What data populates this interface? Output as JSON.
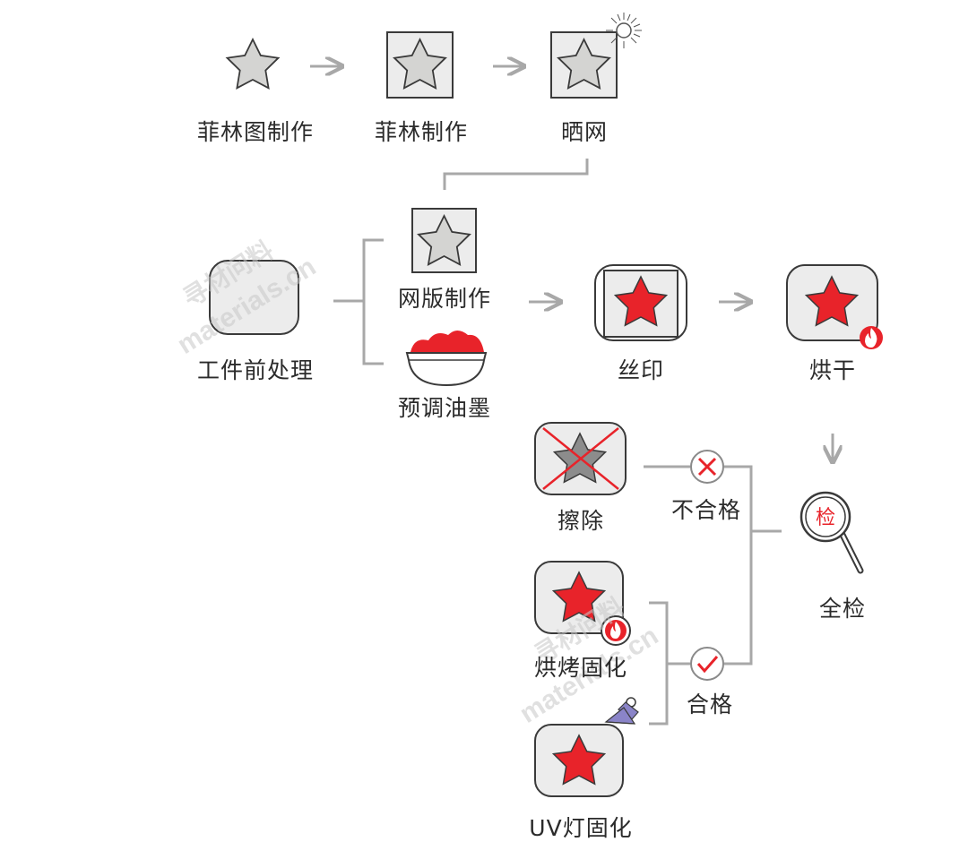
{
  "steps": {
    "design_film_drawing": "菲林图制作",
    "make_film": "菲林制作",
    "expose_screen": "晒网",
    "pretreat_workpiece": "工件前处理",
    "make_screen_plate": "网版制作",
    "premix_ink": "预调油墨",
    "screen_print": "丝印",
    "dry": "烘干",
    "inspect_all": "全检",
    "inspect_badge": "检",
    "wipe_off": "擦除",
    "fail": "不合格",
    "pass": "合格",
    "bake_cure": "烘烤固化",
    "uv_cure": "UV灯固化"
  },
  "watermarks": {
    "upper": "寻材问料",
    "upper_domain": "materials.cn",
    "lower": "寻材问料",
    "lower_domain": "materials.cn"
  },
  "colors": {
    "accent_red": "#e8232a",
    "star_gray": "#d4d4d2",
    "outline": "#3a3a3a",
    "connector": "#a8a8a8",
    "box_fill": "#ececec",
    "uv_lamp": "#8a84c8"
  },
  "icons": {
    "uncured_star": "gray-star-icon",
    "printed_star": "red-star-icon",
    "heat": "flame-icon",
    "light": "sun-burst-icon",
    "uv": "uv-lamp-icon",
    "inspect": "magnifier-icon",
    "reject": "cross-icon",
    "accept": "check-icon",
    "ink": "ink-bowl-icon"
  }
}
